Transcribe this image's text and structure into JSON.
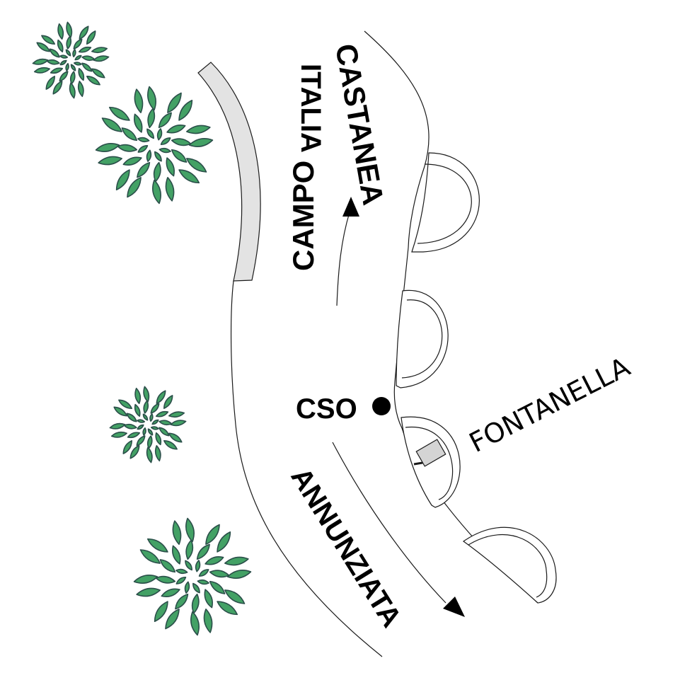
{
  "streets": {
    "campo": "CAMPO",
    "italia": "ITALIA",
    "castanea": "CASTANEA",
    "annunziata": "ANNUNZIATA"
  },
  "poi": {
    "cso": "CSO",
    "fontanella": "FONTANELLA"
  },
  "colors": {
    "tree_fill": "#43a165",
    "tree_outline": "#2b4f4a",
    "sidewalk": "#e3e3e3",
    "ink": "#000000"
  },
  "icons": {
    "trees": [
      "tree-icon",
      "tree-icon",
      "tree-icon",
      "tree-icon"
    ],
    "marker": "cso-marker-dot",
    "arrows": [
      "arrow-up-icon",
      "arrow-down-icon"
    ]
  }
}
